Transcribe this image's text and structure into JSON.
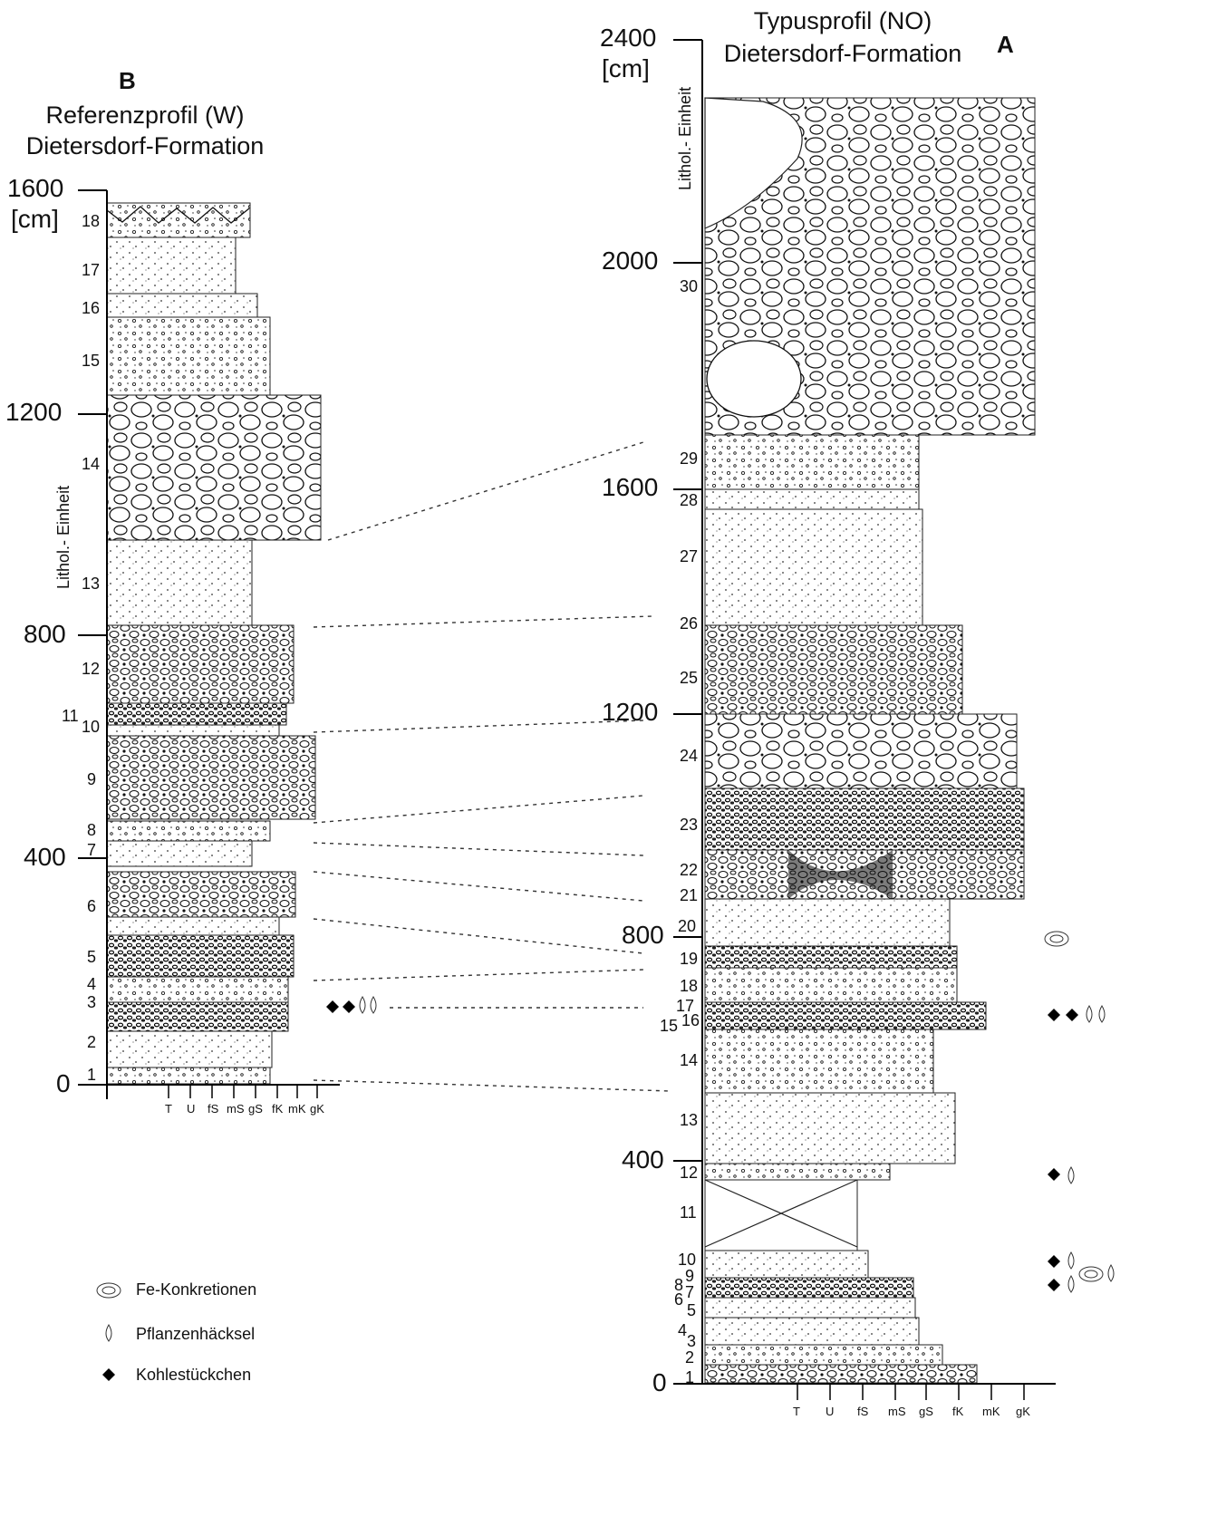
{
  "profileB": {
    "letter": "B",
    "title1": "Referenzprofil (W)",
    "title2": "Dietersdorf-Formation",
    "axis_top": "1600",
    "axis_unit": "[cm]",
    "axis_ticks": [
      "1200",
      "800",
      "400",
      "0"
    ],
    "unit_label": "Lithol.- Einheit",
    "layers": [
      "18",
      "17",
      "16",
      "15",
      "14",
      "13",
      "12",
      "11",
      "10",
      "9",
      "8",
      "7",
      "6",
      "5",
      "4",
      "3",
      "2",
      "1"
    ],
    "grain_ticks": [
      "T",
      "U",
      "fS",
      "mS",
      "gS",
      "fK",
      "mK",
      "gK"
    ]
  },
  "profileA": {
    "letter": "A",
    "title1": "Typusprofil (NO)",
    "title2": "Dietersdorf-Formation",
    "axis_top": "2400",
    "axis_unit": "[cm]",
    "axis_ticks": [
      "2000",
      "1600",
      "1200",
      "800",
      "400",
      "0"
    ],
    "unit_label": "Lithol.- Einheit",
    "layers": [
      "30",
      "29",
      "28",
      "27",
      "26",
      "25",
      "24",
      "23",
      "22",
      "21",
      "20",
      "19",
      "18",
      "17",
      "16",
      "15",
      "14",
      "13",
      "12",
      "11",
      "10",
      "9",
      "8",
      "7",
      "6",
      "5",
      "4",
      "3",
      "2",
      "1"
    ],
    "grain_ticks": [
      "T",
      "U",
      "fS",
      "mS",
      "gS",
      "fK",
      "mK",
      "gK"
    ]
  },
  "legend": [
    {
      "icon": "fe-concretion-icon",
      "label": "Fe-Konkretionen"
    },
    {
      "icon": "plant-fragment-icon",
      "label": "Pflanzenhäcksel"
    },
    {
      "icon": "coal-piece-icon",
      "label": "Kohlestückchen"
    }
  ]
}
